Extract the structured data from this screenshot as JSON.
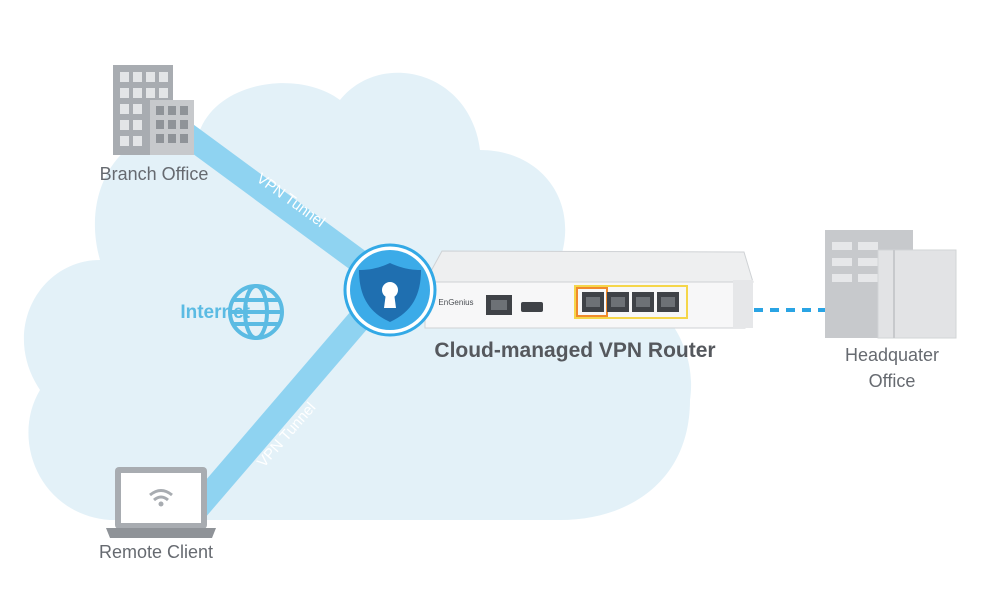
{
  "nodes": {
    "branch_office": {
      "label": "Branch Office"
    },
    "remote_client": {
      "label": "Remote Client"
    },
    "headquarter": {
      "label_line1": "Headquater",
      "label_line2": "Office"
    },
    "internet": {
      "label": "Internet"
    },
    "router": {
      "title": "Cloud-managed VPN Router",
      "brand": "EnGenius"
    }
  },
  "tunnels": {
    "upper_label": "VPN Tunnel",
    "lower_label": "VPN Tunnel"
  },
  "colors": {
    "cloud": "#e3f1f8",
    "tunnel": "#8fd3f1",
    "shield": "#1f6fb0",
    "shield_ring": "#33a9e6",
    "internet_accent": "#5bbbe3",
    "building": "#c7c9cc",
    "link_dashed": "#2aa4e4",
    "port_orange": "#f08a2c",
    "port_yellow": "#f5d64a"
  },
  "icons": {
    "branch": "office-building-icon",
    "remote": "laptop-wifi-icon",
    "headquarter": "headquarter-building-icon",
    "internet": "globe-icon",
    "security": "shield-keyhole-icon"
  }
}
